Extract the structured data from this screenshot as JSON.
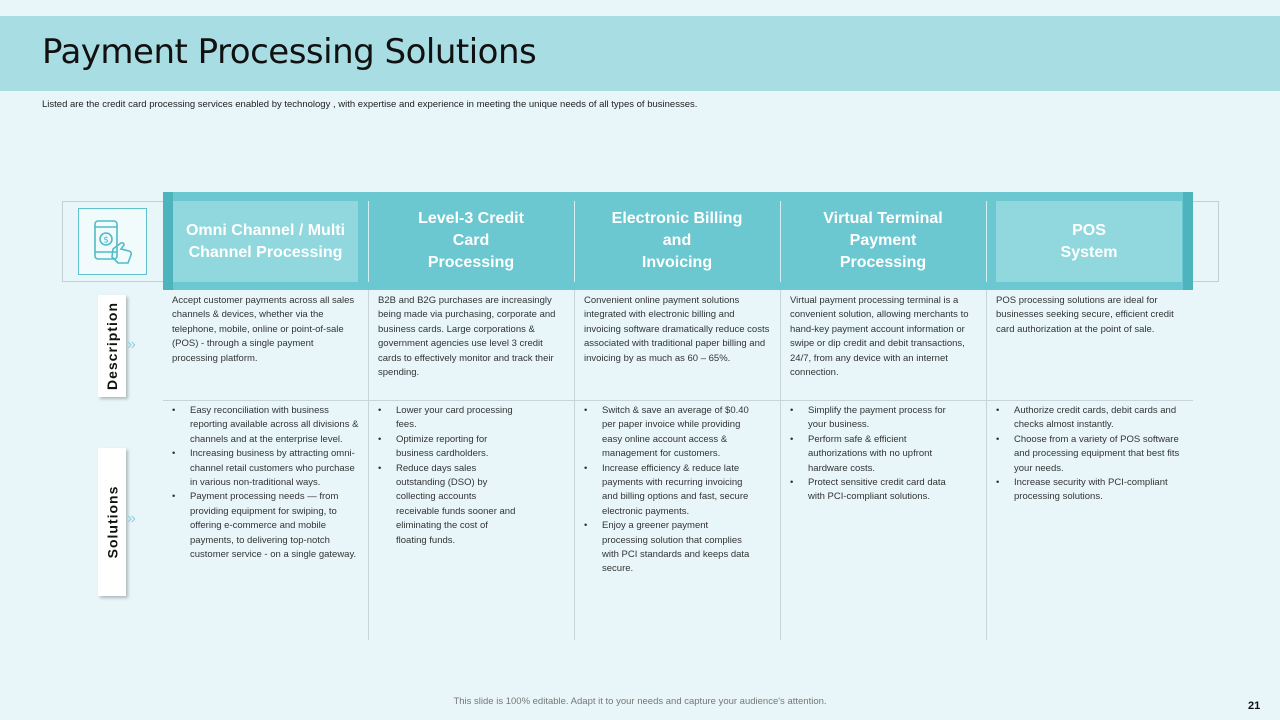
{
  "title": "Payment Processing Solutions",
  "subtitle": "Listed are the credit card processing services enabled by technology , with expertise and experience in meeting the unique needs of all types of businesses.",
  "icon": "mobile-payment-icon",
  "colors": {
    "title_band": "#a9dde4",
    "header": "#6cc8d0",
    "header_edge": "#90d8de",
    "background": "#e8f6f9"
  },
  "row_labels": {
    "description": "Description",
    "solutions": "Solutions"
  },
  "columns": [
    {
      "header": "Omni Channel / Multi\nChannel Processing",
      "description": "Accept customer payments across all sales channels & devices, whether via the telephone, mobile, online or point-of-sale (POS) - through a single payment processing platform.",
      "solutions": [
        "Easy reconciliation with business reporting available across all divisions & channels and at the enterprise level.",
        "Increasing business by attracting omni-channel retail customers who purchase in various non-traditional ways.",
        "Payment processing needs — from providing equipment for swiping, to offering e-commerce and mobile payments, to delivering top-notch customer service - on a single gateway."
      ]
    },
    {
      "header": "Level-3 Credit\nCard\nProcessing",
      "description": "B2B and B2G purchases are increasingly being made via purchasing, corporate and business cards. Large corporations & government agencies use level 3 credit cards to effectively monitor and track their spending.",
      "solutions": [
        "Lower your card processing fees.",
        "Optimize reporting for business cardholders.",
        "Reduce days sales outstanding (DSO) by collecting accounts receivable funds sooner and eliminating the cost of floating funds."
      ]
    },
    {
      "header": "Electronic Billing\nand\nInvoicing",
      "description": "Convenient online payment solutions integrated with electronic billing and invoicing software dramatically reduce costs associated with traditional paper billing and invoicing by as much as 60 – 65%.",
      "solutions": [
        "Switch & save an average of $0.40 per paper invoice while providing easy online account access & management for customers.",
        "Increase efficiency & reduce late payments with recurring invoicing and billing options and fast, secure electronic payments.",
        "Enjoy a greener payment processing solution that complies with PCI standards and keeps data secure."
      ]
    },
    {
      "header": "Virtual Terminal\nPayment\nProcessing",
      "description": "Virtual payment processing terminal is a convenient solution, allowing merchants to hand-key payment account information or swipe or dip credit and debit transactions, 24/7, from any device with an internet connection.",
      "solutions": [
        "Simplify the payment process for your business.",
        "Perform safe & efficient authorizations with no upfront hardware costs.",
        "Protect sensitive credit card data with PCI-compliant solutions."
      ]
    },
    {
      "header": "POS\nSystem",
      "description": "POS processing solutions are ideal for businesses seeking secure, efficient credit card authorization at the point of sale.",
      "solutions": [
        "Authorize credit cards, debit cards and checks almost instantly.",
        "Choose from a variety of POS software and processing equipment that best fits your needs.",
        "Increase security with PCI-compliant processing solutions."
      ]
    }
  ],
  "footer": "This slide is 100% editable. Adapt it to your needs and capture your audience's attention.",
  "page_number": "21"
}
